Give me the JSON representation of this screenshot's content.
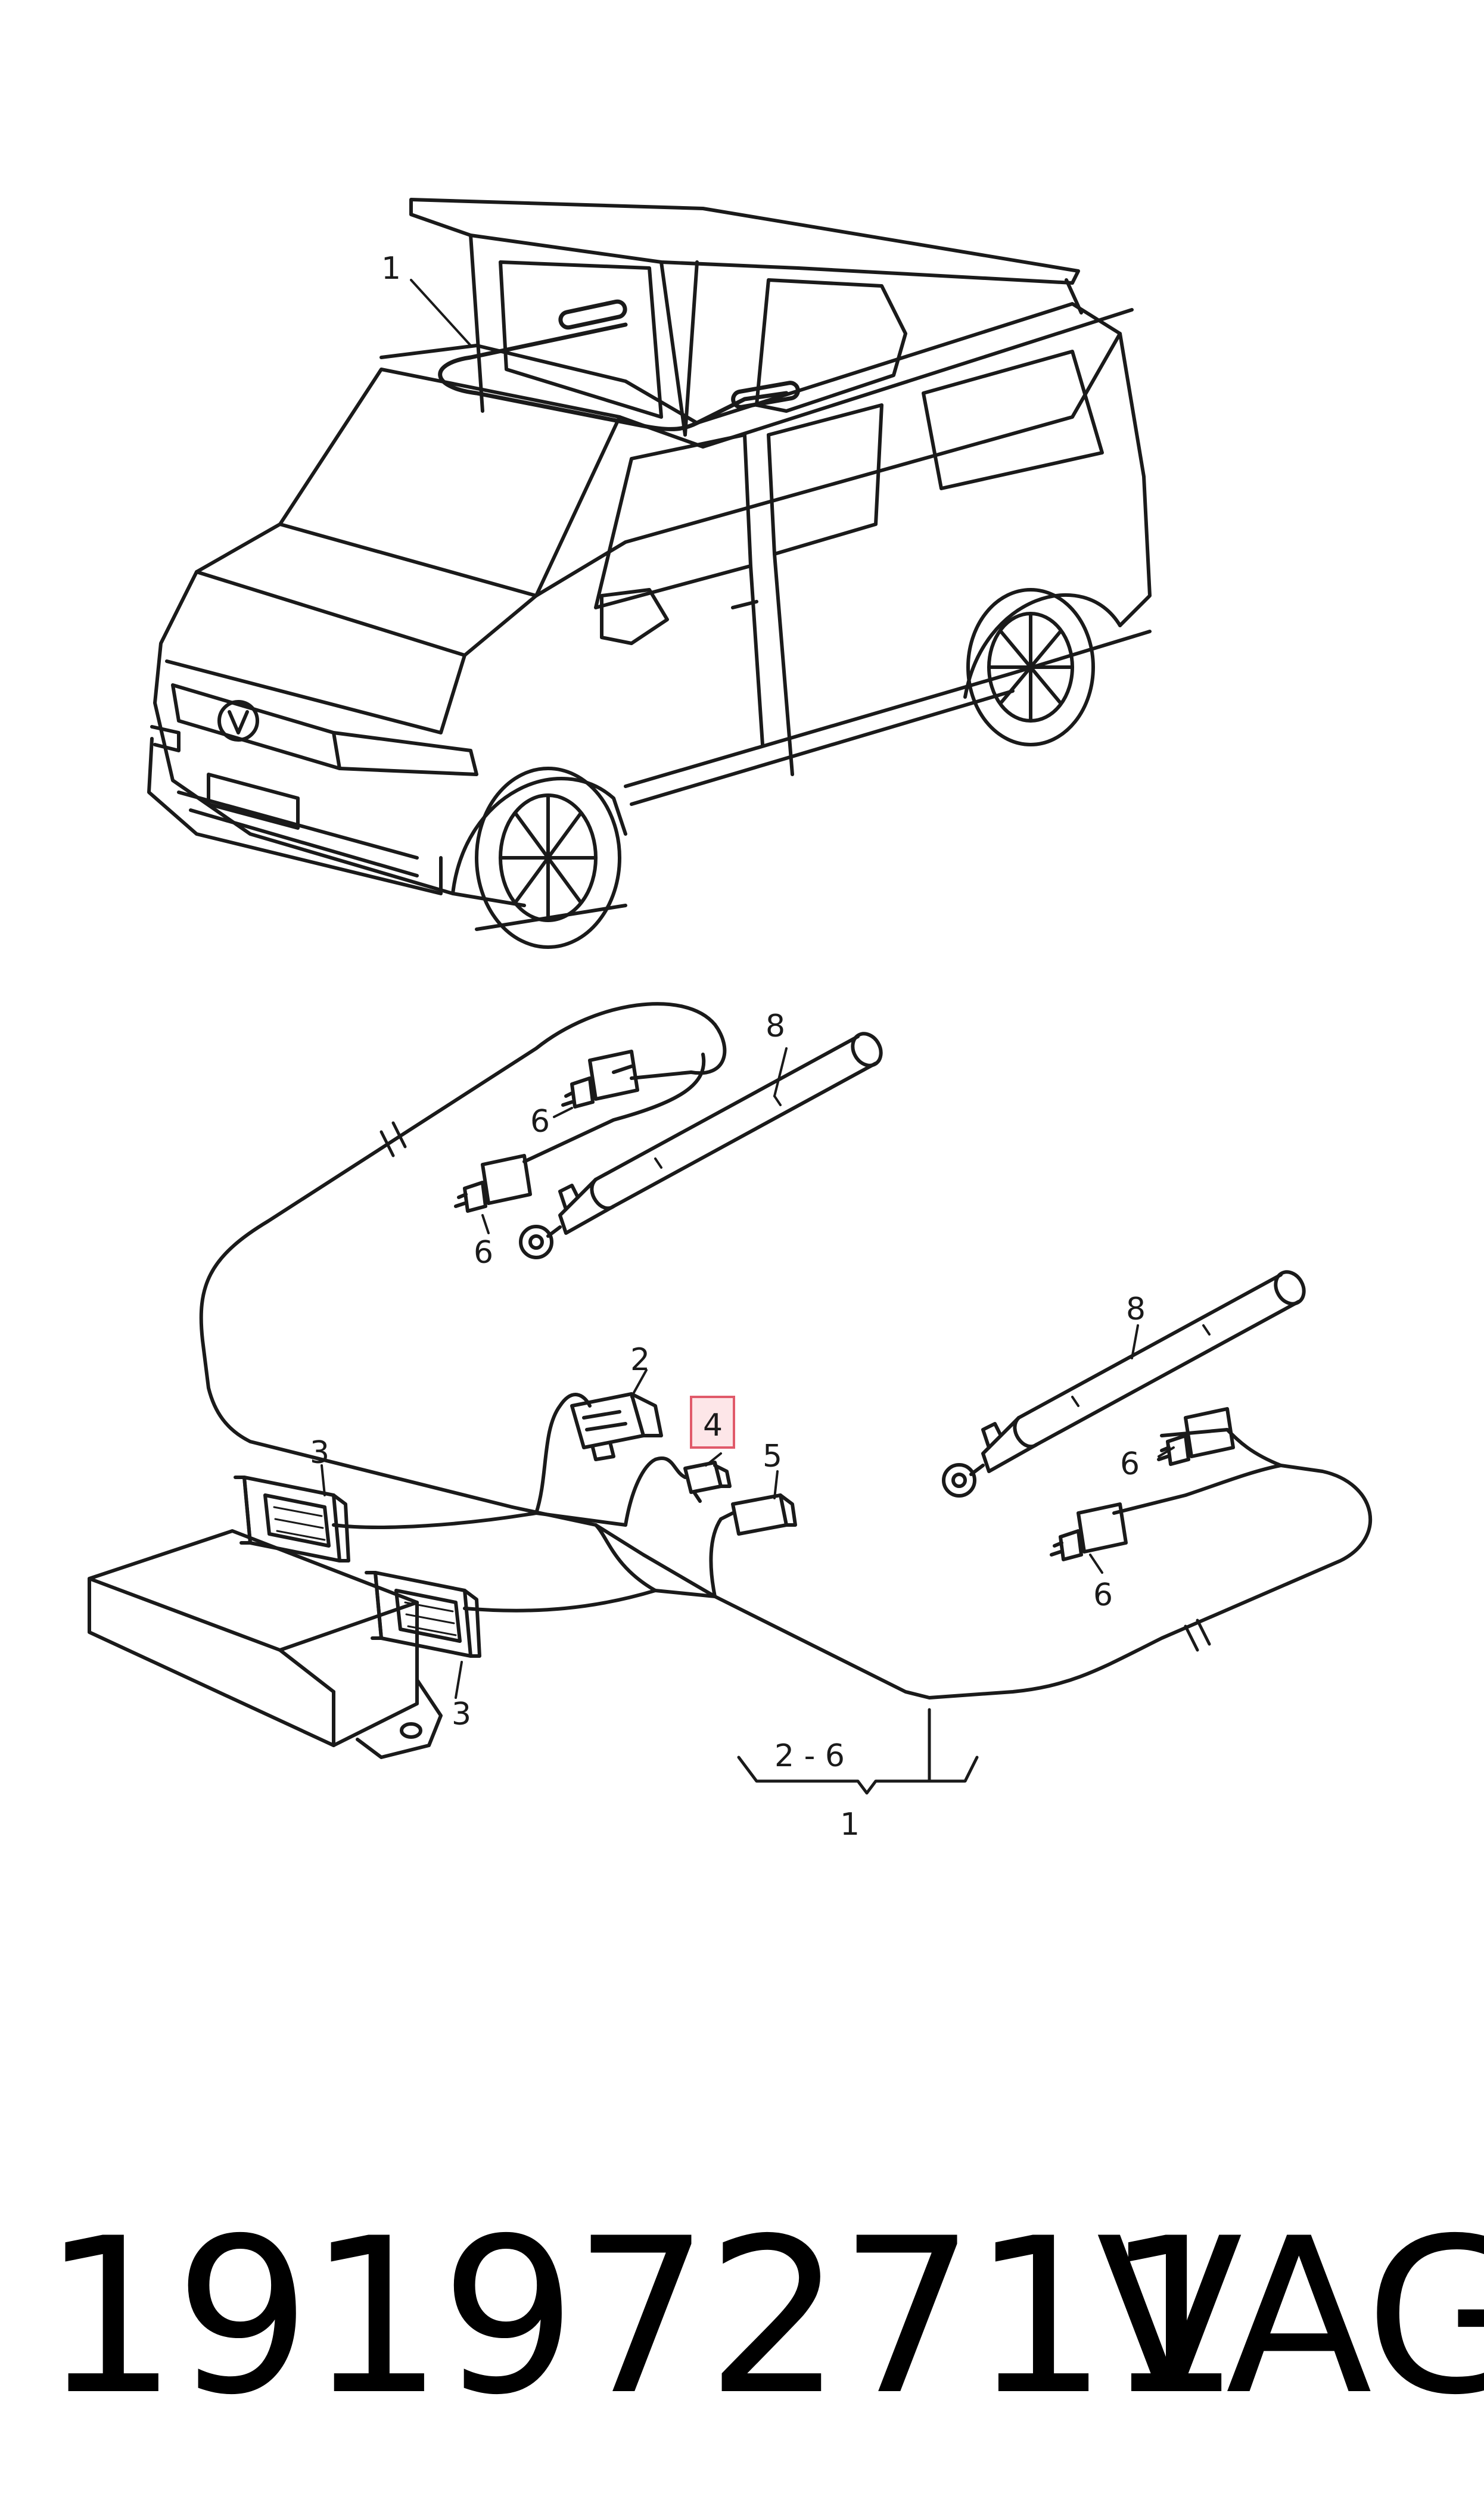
{
  "callouts": {
    "harness_roof": "1",
    "harness_main": "1",
    "range": "2 - 6",
    "connector_2": "2",
    "connector_3a": "3",
    "connector_3b": "3",
    "connector_4": "4",
    "connector_5": "5",
    "connector_6a": "6",
    "connector_6b": "6",
    "connector_6c": "6",
    "connector_6d": "6",
    "strut_8a": "8",
    "strut_8b": "8"
  },
  "highlight": {
    "callout": "4",
    "color": "#e05a6a",
    "fill": "#fde6e8"
  },
  "footer": {
    "part_number": "191972711",
    "brand": "VAG"
  }
}
